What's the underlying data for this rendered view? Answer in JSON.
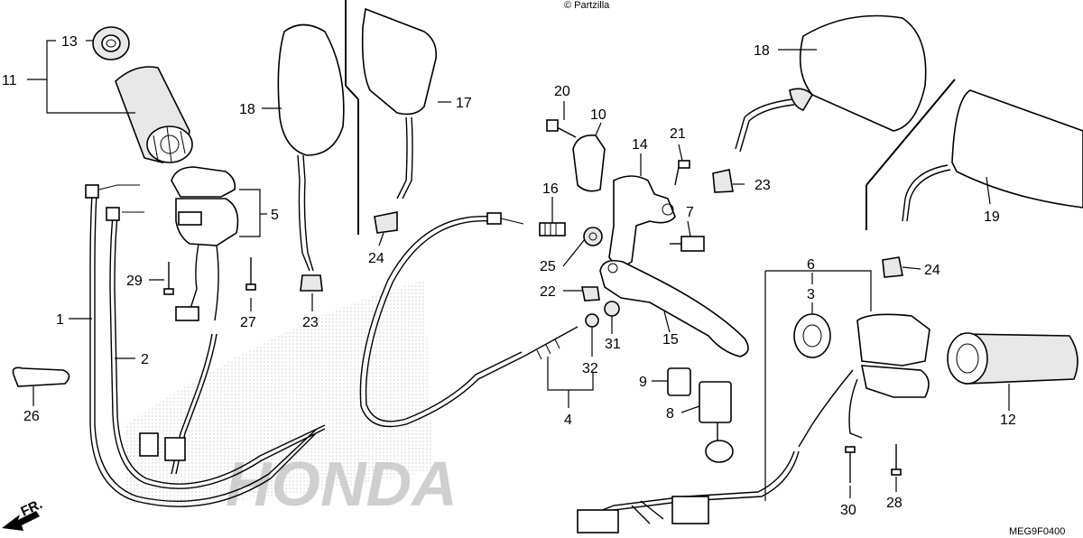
{
  "copyright": "© Partzilla",
  "diagram_code": "MEG9F0400",
  "direction_label": "FR.",
  "brand_watermark": "HONDA",
  "callouts": {
    "p1": "1",
    "p2": "2",
    "p3": "3",
    "p4": "4",
    "p5": "5",
    "p6": "6",
    "p7": "7",
    "p8": "8",
    "p9": "9",
    "p10": "10",
    "p11": "11",
    "p12": "12",
    "p13": "13",
    "p14": "14",
    "p15": "15",
    "p16": "16",
    "p17": "17",
    "p18a": "18",
    "p18b": "18",
    "p19": "19",
    "p20": "20",
    "p21": "21",
    "p22": "22",
    "p23a": "23",
    "p23b": "23",
    "p24a": "24",
    "p24b": "24",
    "p25": "25",
    "p26": "26",
    "p27": "27",
    "p28": "28",
    "p29": "29",
    "p30": "30",
    "p31": "31",
    "p32": "32"
  },
  "colors": {
    "line": "#000000",
    "background": "#ffffff",
    "watermark": "#c8c8c8"
  }
}
